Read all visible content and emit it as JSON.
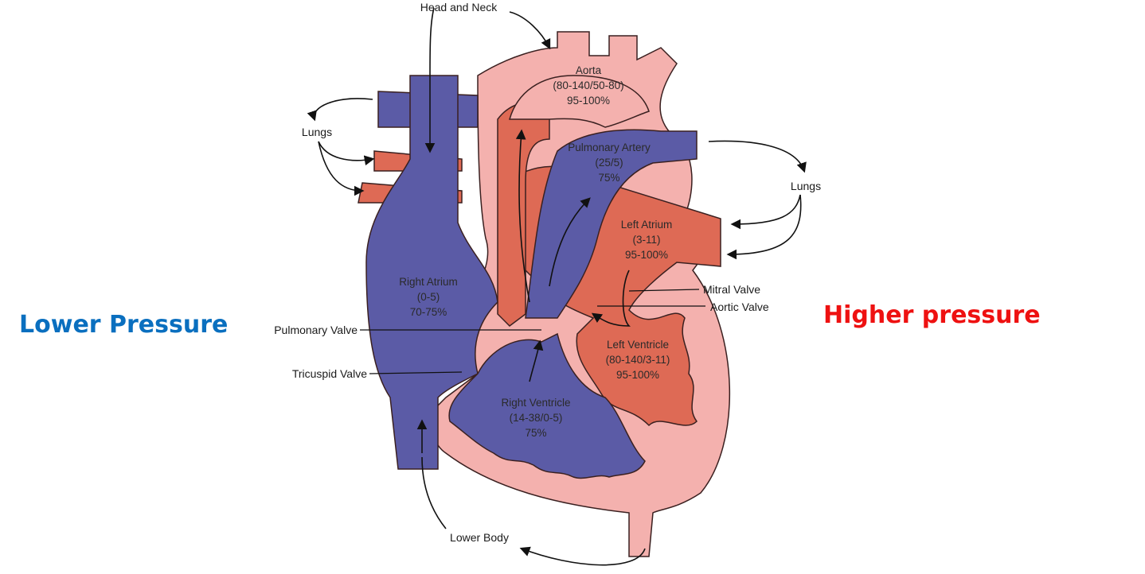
{
  "colors": {
    "deoxygenated": "#5b5ba6",
    "oxygenated": "#de6a55",
    "tissue": "#f4b1ae",
    "outline": "#3a2020",
    "lower_pressure_text": "#0a6fbf",
    "higher_pressure_text": "#ee1111"
  },
  "side_labels": {
    "lower": "Lower Pressure",
    "higher": "Higher pressure"
  },
  "external_labels": {
    "head_and_neck": "Head and Neck",
    "lungs_left": "Lungs",
    "lungs_right": "Lungs",
    "lower_body": "Lower Body",
    "mitral_valve": "Mitral Valve",
    "aortic_valve": "Aortic Valve",
    "pulmonary_valve": "Pulmonary Valve",
    "tricuspid_valve": "Tricuspid Valve"
  },
  "chambers": {
    "aorta": {
      "name": "Aorta",
      "pressure": "(80-140/50-80)",
      "saturation": "95-100%"
    },
    "pulmonary_artery": {
      "name": "Pulmonary Artery",
      "pressure": "(25/5)",
      "saturation": "75%"
    },
    "left_atrium": {
      "name": "Left Atrium",
      "pressure": "(3-11)",
      "saturation": "95-100%"
    },
    "right_atrium": {
      "name": "Right Atrium",
      "pressure": "(0-5)",
      "saturation": "70-75%"
    },
    "left_ventricle": {
      "name": "Left Ventricle",
      "pressure": "(80-140/3-11)",
      "saturation": "95-100%"
    },
    "right_ventricle": {
      "name": "Right Ventricle",
      "pressure": "(14-38/0-5)",
      "saturation": "75%"
    }
  }
}
